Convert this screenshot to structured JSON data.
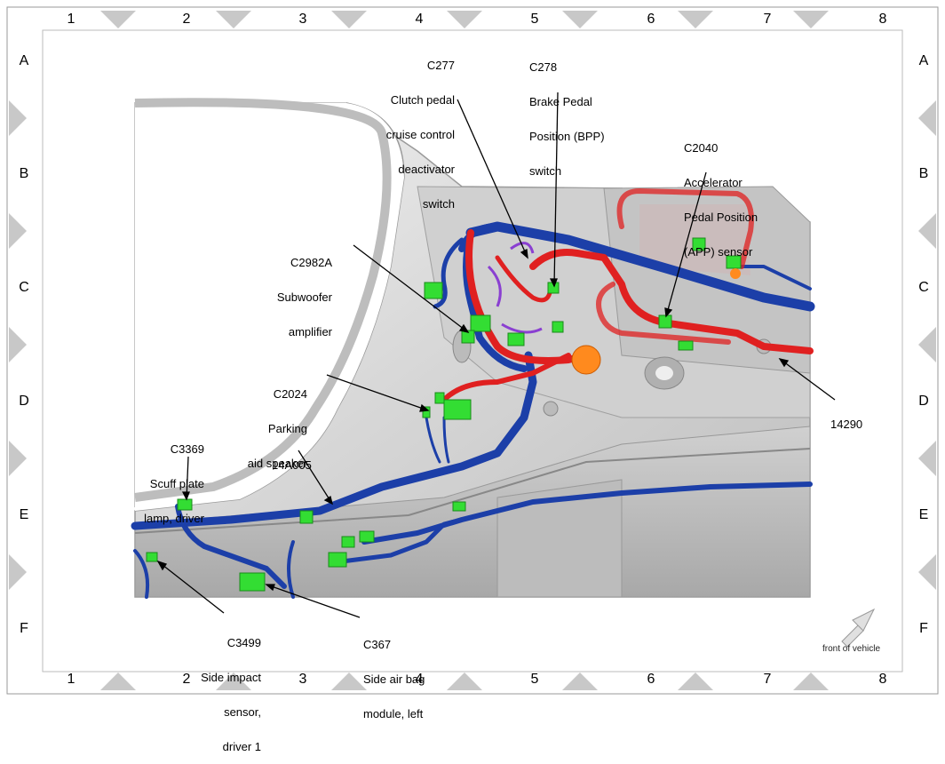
{
  "grid": {
    "columns": [
      "1",
      "2",
      "3",
      "4",
      "5",
      "6",
      "7",
      "8"
    ],
    "rows": [
      "A",
      "B",
      "C",
      "D",
      "E",
      "F"
    ]
  },
  "callouts": {
    "c277": [
      "C277",
      "Clutch pedal",
      "cruise control",
      "deactivator",
      "switch"
    ],
    "c278": [
      "C278",
      "Brake Pedal",
      "Position (BPP)",
      "switch"
    ],
    "c2040": [
      "C2040",
      "Accelerator",
      "Pedal Position",
      "(APP) sensor"
    ],
    "c2982a": [
      "C2982A",
      "Subwoofer",
      "amplifier"
    ],
    "c2024": [
      "C2024",
      "Parking",
      "aid speaker"
    ],
    "c3369": [
      "C3369",
      "Scuff plate",
      "lamp, driver"
    ],
    "w14a005": [
      "14A005"
    ],
    "w14290": [
      "14290"
    ],
    "c3499": [
      "C3499",
      "Side impact",
      "sensor,",
      "driver 1"
    ],
    "c367": [
      "C367",
      "Side air bag",
      "module, left"
    ]
  },
  "orientation": {
    "label": "front of vehicle"
  },
  "colors": {
    "harness_blue": "#1c3fa8",
    "harness_red": "#e02020",
    "connector_green": "#33dd33",
    "body_grey": "#d8d8d8"
  }
}
